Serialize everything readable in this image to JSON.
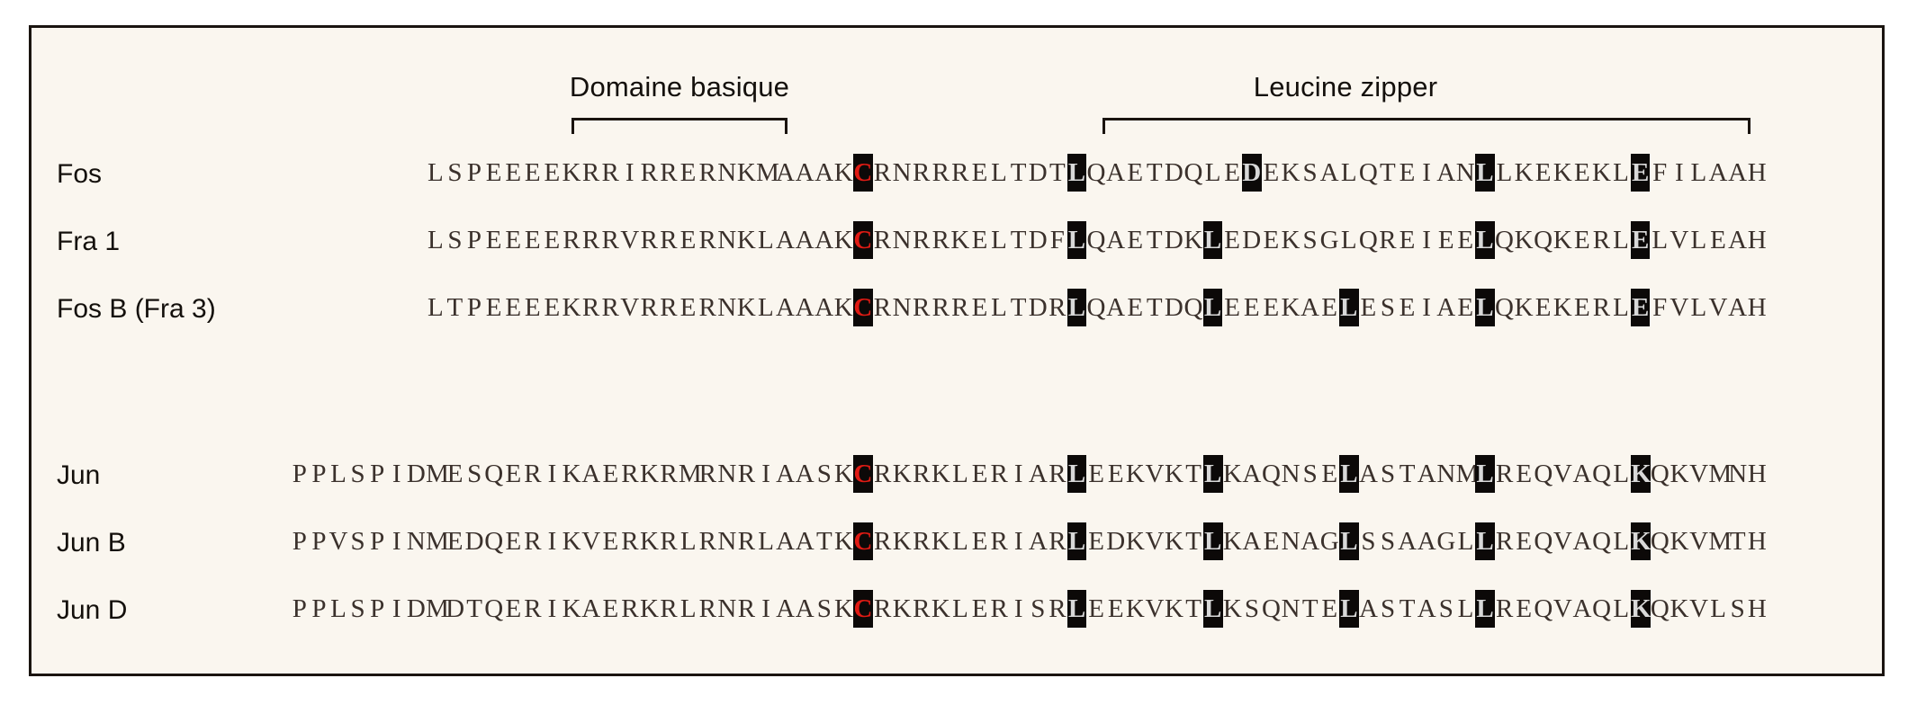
{
  "figure": {
    "background_color": "#faf6ef",
    "border_color": "#1a1410",
    "sequence_text_color": "#3b312c",
    "highlight_bg_color": "#0c0908",
    "highlight_leucine_color": "#d8d8d8",
    "highlight_cysteine_color": "#e01b14"
  },
  "groups": [
    {
      "id": "basic-domain",
      "label": "Domaine basique"
    },
    {
      "id": "leucine-zipper",
      "label": "Leucine zipper"
    }
  ],
  "rows": [
    {
      "label": "Fos",
      "sequence": "LSPEEEEKRRIRRERNKMAAAKCRNRRRELTDTLQAETDQLEDEKSALQTEIANLLKEKEKLEFILAAH",
      "highlight_indices": [
        22,
        33,
        42,
        54,
        62
      ]
    },
    {
      "label": "Fra 1",
      "sequence": "LSPEEEERRRVRRERNKLAAAKCRNRRKELTDFLQAETDKLEDEKSGLQREIEELQKQKERLELVLEAH",
      "highlight_indices": [
        22,
        33,
        40,
        54,
        62
      ]
    },
    {
      "label": "Fos B (Fra 3)",
      "sequence": "LTPEEEEKRRVRRERNKLAAAKCRNRRRELTDRLQAETDQLEEEKAELESEIAELQKEKERLEFVLVAH",
      "highlight_indices": [
        22,
        33,
        40,
        47,
        54,
        62
      ]
    },
    {
      "label": "Jun",
      "sequence": "PPLSPIDMESQERIKAERKRMRNRIAASKCRKRKLERIARLEEKVKTLKAQNSELASTANMLREQVAQLKQKVMNH",
      "highlight_indices": [
        29,
        40,
        47,
        54,
        61,
        69
      ]
    },
    {
      "label": "Jun B",
      "sequence": "PPVSPINMEDQERIKVERKRLRNRLAATKCRKRKLERIARLEDKVKTLKAENAGLSSAAGLLREQVAQLKQKVMTH",
      "highlight_indices": [
        29,
        40,
        47,
        54,
        61,
        69
      ]
    },
    {
      "label": "Jun D",
      "sequence": "PPLSPIDMDTQERIKAERKRLRNRIAASKCRKRKLERISRLEEKVKTLKSQNTELASTASLLREQVAQLKQKVLSH",
      "highlight_indices": [
        29,
        40,
        47,
        54,
        61,
        69
      ]
    }
  ]
}
